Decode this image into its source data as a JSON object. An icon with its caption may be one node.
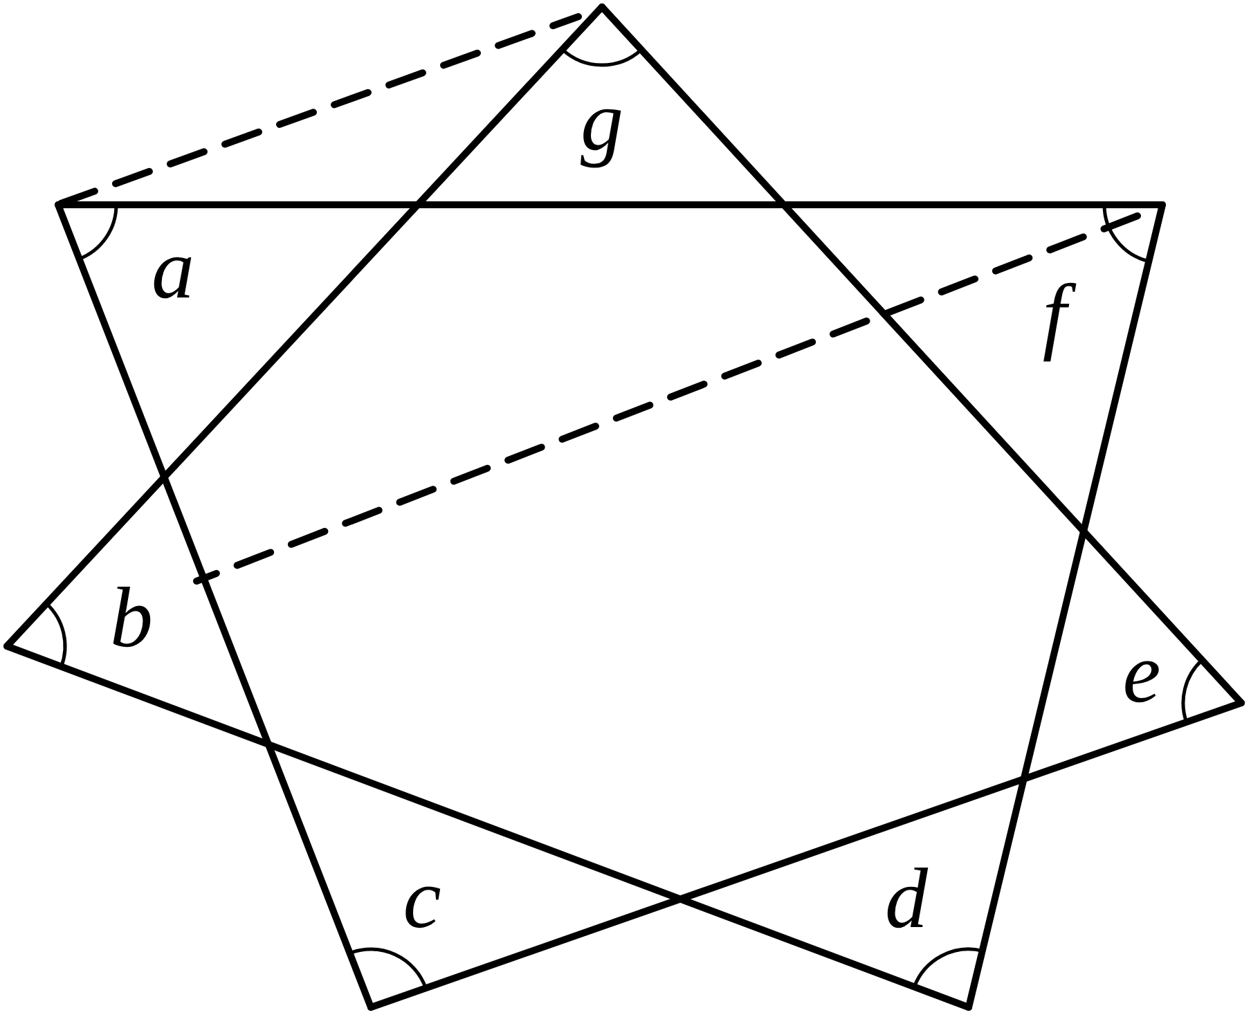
{
  "diagram": {
    "labels": [
      "g",
      "a",
      "f",
      "b",
      "e",
      "c",
      "d"
    ]
  }
}
